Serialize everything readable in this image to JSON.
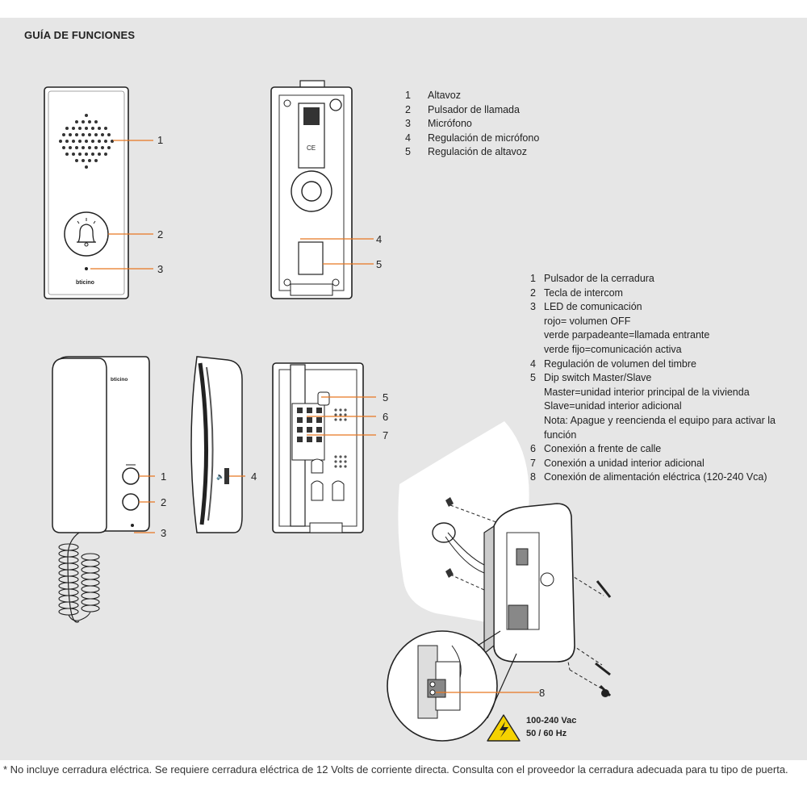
{
  "title": "GUÍA DE FUNCIONES",
  "legend_top": [
    {
      "n": "1",
      "label": "Altavoz"
    },
    {
      "n": "2",
      "label": "Pulsador de llamada"
    },
    {
      "n": "3",
      "label": "Micrófono"
    },
    {
      "n": "4",
      "label": "Regulación de micrófono"
    },
    {
      "n": "5",
      "label": "Regulación de altavoz"
    }
  ],
  "legend_bottom": {
    "items": [
      {
        "n": "1",
        "label": "Pulsador de la cerradura"
      },
      {
        "n": "2",
        "label": "Tecla de intercom"
      },
      {
        "n": "3",
        "label": "LED de comunicación"
      },
      {
        "sub": "rojo= volumen OFF"
      },
      {
        "sub": "verde parpadeante=llamada entrante"
      },
      {
        "sub": "verde fijo=comunicación activa"
      },
      {
        "n": "4",
        "label": "Regulación de volumen del timbre"
      },
      {
        "n": "5",
        "label": "Dip switch Master/Slave"
      },
      {
        "sub": "Master=unidad interior principal de la vivienda"
      },
      {
        "sub": "Slave=unidad interior adicional"
      },
      {
        "sub": "Nota: Apague y reencienda el equipo para activar la función"
      },
      {
        "n": "6",
        "label": "Conexión a frente de calle"
      },
      {
        "n": "7",
        "label": "Conexión a unidad interior adicional"
      },
      {
        "n": "8",
        "label": "Conexión de alimentación eléctrica (120-240 Vca)"
      }
    ]
  },
  "callouts": {
    "front_panel": [
      "1",
      "2",
      "3"
    ],
    "back_panel": [
      "4",
      "5"
    ],
    "handset": [
      "1",
      "2",
      "3"
    ],
    "side": [
      "4"
    ],
    "open_unit": [
      "5",
      "6",
      "7"
    ],
    "install": [
      "8"
    ]
  },
  "brand": "bticino",
  "warning": {
    "line1": "100-240 Vac",
    "line2": "50 / 60 Hz",
    "icon": "high-voltage-warning-icon"
  },
  "footnote": "* No incluye cerradura eléctrica. Se requiere cerradura eléctrica de 12 Volts de corriente directa. Consulta con el proveedor la cerradura adecuada para tu tipo de puerta.",
  "colors": {
    "background": "#e6e6e6",
    "callout_line": "#e87722",
    "warning": "#f5d200"
  }
}
